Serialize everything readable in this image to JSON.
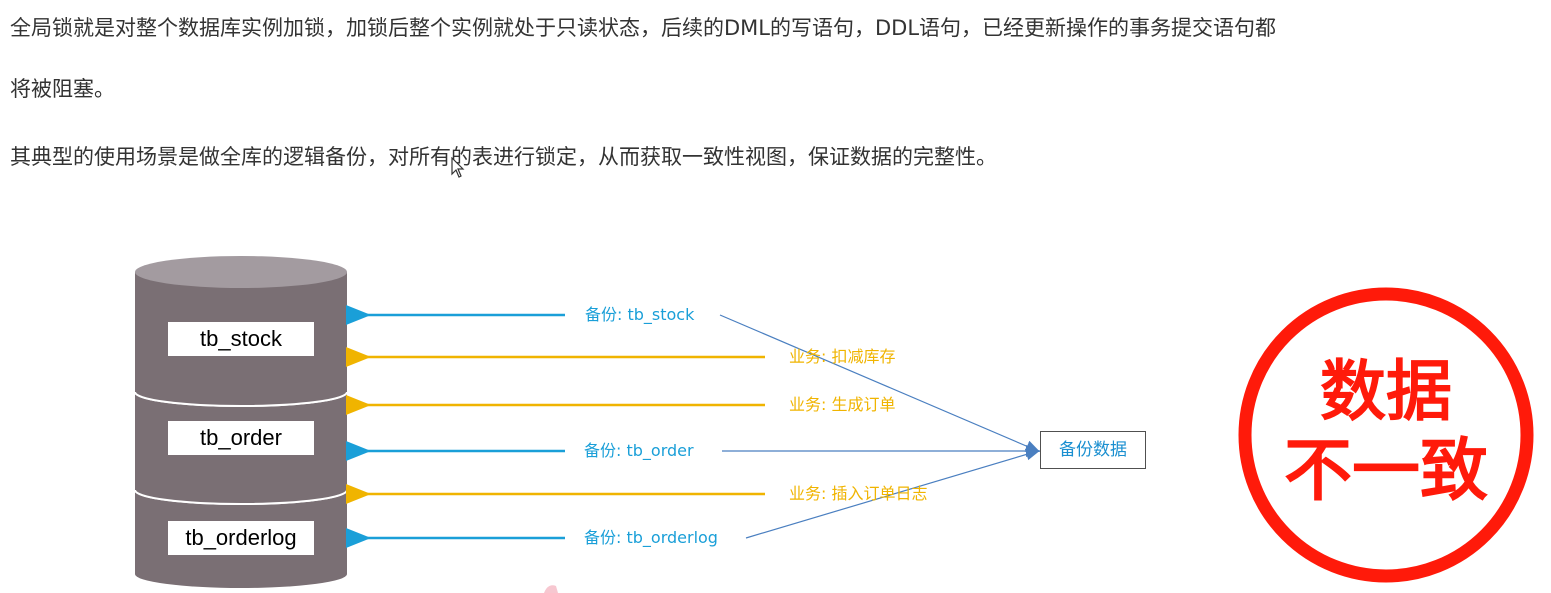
{
  "text": {
    "paragraph1": "全局锁就是对整个数据库实例加锁，加锁后整个实例就处于只读状态，后续的DML的写语句，DDL语句，已经更新操作的事务提交语句都",
    "paragraph2": "将被阻塞。",
    "paragraph3": "其典型的使用场景是做全库的逻辑备份，对所有的表进行锁定，从而获取一致性视图，保证数据的完整性。"
  },
  "diagram": {
    "tables": [
      "tb_stock",
      "tb_order",
      "tb_orderlog"
    ],
    "flows": [
      {
        "label": "备份: tb_stock",
        "kind": "backup"
      },
      {
        "label": "业务: 扣减库存",
        "kind": "business"
      },
      {
        "label": "业务: 生成订单",
        "kind": "business"
      },
      {
        "label": "备份: tb_order",
        "kind": "backup"
      },
      {
        "label": "业务: 插入订单日志",
        "kind": "business"
      },
      {
        "label": "备份: tb_orderlog",
        "kind": "backup"
      }
    ],
    "target": "备份数据",
    "stamp_line1": "数据",
    "stamp_line2": "不一致"
  },
  "colors": {
    "backup": "#1a9fd8",
    "business": "#f0b400",
    "cylinder": "#7a6f74",
    "cylinder_top": "#a39ba0",
    "stamp": "#ff1a0a"
  }
}
